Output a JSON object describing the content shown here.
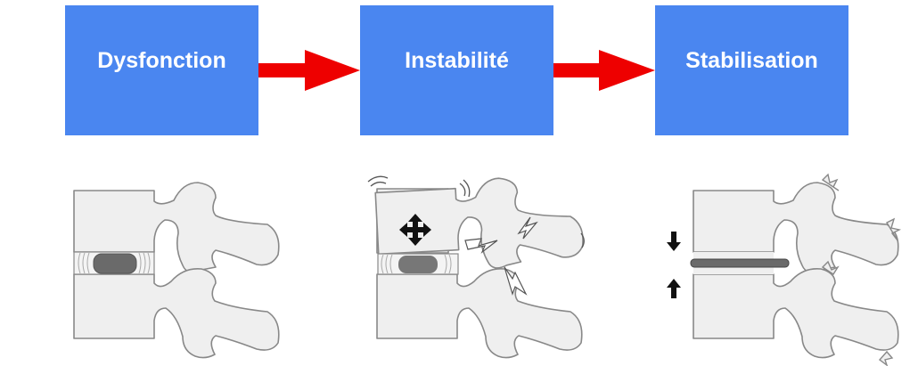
{
  "stages": [
    {
      "label": "Dysfonction"
    },
    {
      "label": "Instabilité"
    },
    {
      "label": "Stabilisation"
    }
  ],
  "colors": {
    "box": "#4a86f0",
    "arrow": "#ee0000",
    "nucleus": "#6a6a6a"
  }
}
